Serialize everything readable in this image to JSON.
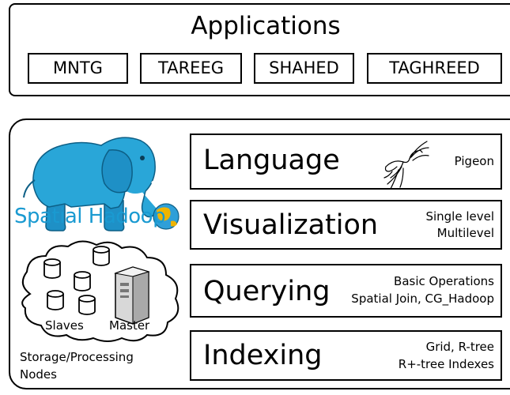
{
  "applications": {
    "title": "Applications",
    "items": [
      "MNTG",
      "TAREEG",
      "SHAHED",
      "TAGHREED"
    ]
  },
  "logo": {
    "text": "Spatial Hadoop",
    "icon": "elephant-globe-icon",
    "colors": {
      "elephant": "#29a6d8",
      "text": "#1a9ad1",
      "globe_ocean": "#2f9fd8",
      "globe_land": "#f0b400"
    }
  },
  "storage": {
    "slaves_label": "Slaves",
    "master_label": "Master",
    "nodes_label_line1": "Storage/Processing",
    "nodes_label_line2": "Nodes"
  },
  "layers": [
    {
      "title": "Language",
      "notes": [
        "Pigeon"
      ],
      "icon": "pigeon-icon"
    },
    {
      "title": "Visualization",
      "notes": [
        "Single level",
        "Multilevel"
      ]
    },
    {
      "title": "Querying",
      "notes": [
        "Basic Operations",
        "Spatial Join, CG_Hadoop"
      ]
    },
    {
      "title": "Indexing",
      "notes": [
        "Grid, R-tree",
        "R+-tree Indexes"
      ]
    }
  ]
}
